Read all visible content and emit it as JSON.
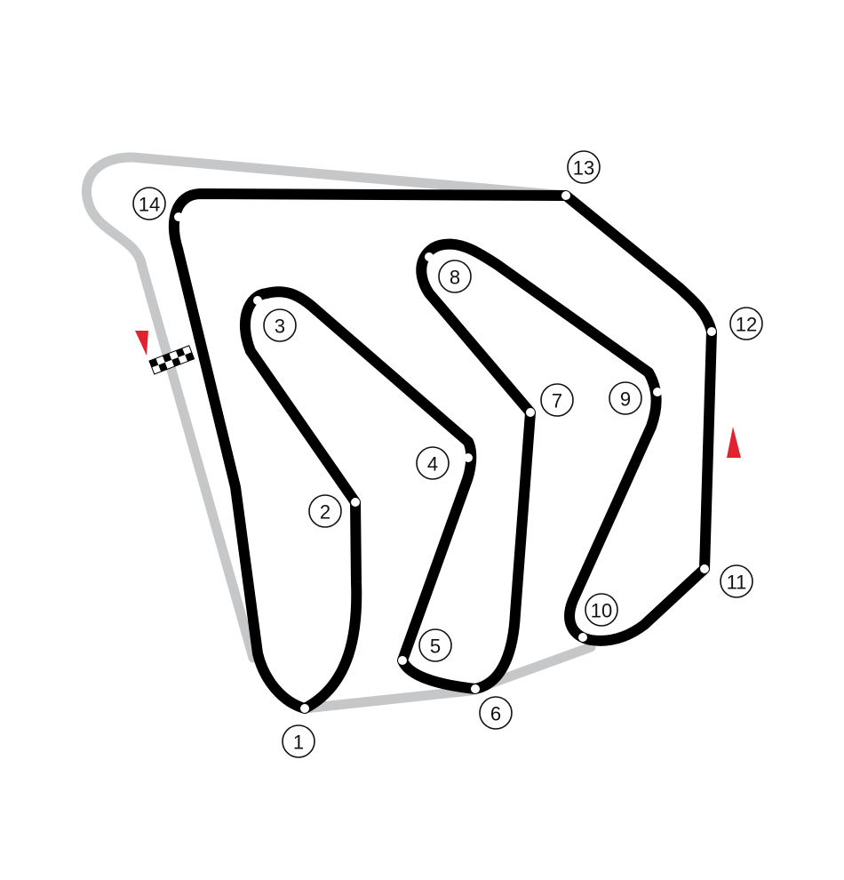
{
  "map": {
    "colors": {
      "background": "#ffffff",
      "track": "#000000",
      "pit_lane": "#c6c7c9",
      "direction_marker": "#e0232e",
      "checker_dark": "#000000",
      "checker_light": "#ffffff"
    },
    "turns": [
      {
        "label": "1"
      },
      {
        "label": "2"
      },
      {
        "label": "3"
      },
      {
        "label": "4"
      },
      {
        "label": "5"
      },
      {
        "label": "6"
      },
      {
        "label": "7"
      },
      {
        "label": "8"
      },
      {
        "label": "9"
      },
      {
        "label": "10"
      },
      {
        "label": "11"
      },
      {
        "label": "12"
      },
      {
        "label": "13"
      },
      {
        "label": "14"
      }
    ],
    "features": {
      "start_finish": "checkered-flag",
      "direction_markers": [
        "direction-arrow-icon",
        "direction-arrow-icon"
      ],
      "pit_lane": true
    }
  }
}
